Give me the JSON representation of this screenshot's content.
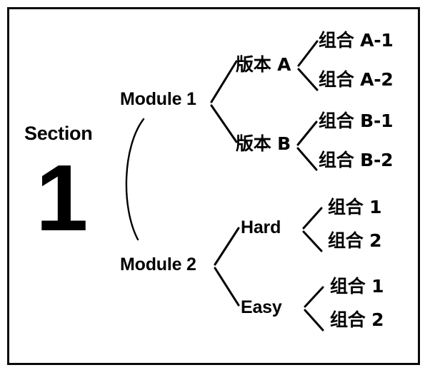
{
  "diagram": {
    "type": "tree-diagram",
    "frame": {
      "border_color": "#0a0a0a",
      "background": "#ffffff"
    },
    "root": {
      "word": "Section",
      "number": "1"
    },
    "modules": [
      {
        "label": "Module 1",
        "children": [
          {
            "label": "版本 A",
            "children": [
              {
                "label": "组合 A-1"
              },
              {
                "label": "组合 A-2"
              }
            ]
          },
          {
            "label": "版本 B",
            "children": [
              {
                "label": "组合 B-1"
              },
              {
                "label": "组合 B-2"
              }
            ]
          }
        ]
      },
      {
        "label": "Module 2",
        "children": [
          {
            "label": "Hard",
            "children": [
              {
                "label": "组合 1"
              },
              {
                "label": "组合 2"
              }
            ]
          },
          {
            "label": "Easy",
            "children": [
              {
                "label": "组合 1"
              },
              {
                "label": "组合 2"
              }
            ]
          }
        ]
      }
    ]
  }
}
